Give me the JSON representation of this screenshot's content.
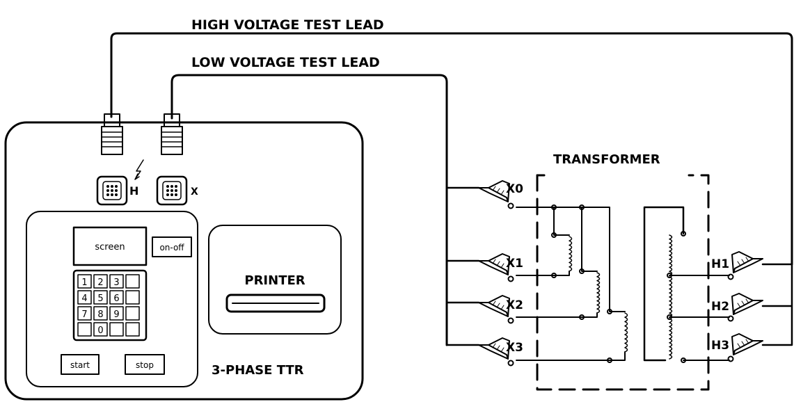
{
  "labels": {
    "high_lead": "HIGH VOLTAGE TEST LEAD",
    "low_lead": "LOW VOLTAGE TEST LEAD",
    "transformer": "TRANSFORMER",
    "printer": "PRINTER",
    "device": "3-PHASE TTR",
    "port_h": "H",
    "port_x": "X"
  },
  "controls": {
    "screen": "screen",
    "power": "on-off",
    "start": "start",
    "stop": "stop",
    "keys": [
      "1",
      "2",
      "3",
      "",
      "4",
      "5",
      "6",
      "",
      "7",
      "8",
      "9",
      "",
      "",
      "0",
      "",
      ""
    ]
  },
  "terminals": {
    "low": [
      "X0",
      "X1",
      "X2",
      "X3"
    ],
    "high": [
      "H1",
      "H2",
      "H3"
    ]
  }
}
